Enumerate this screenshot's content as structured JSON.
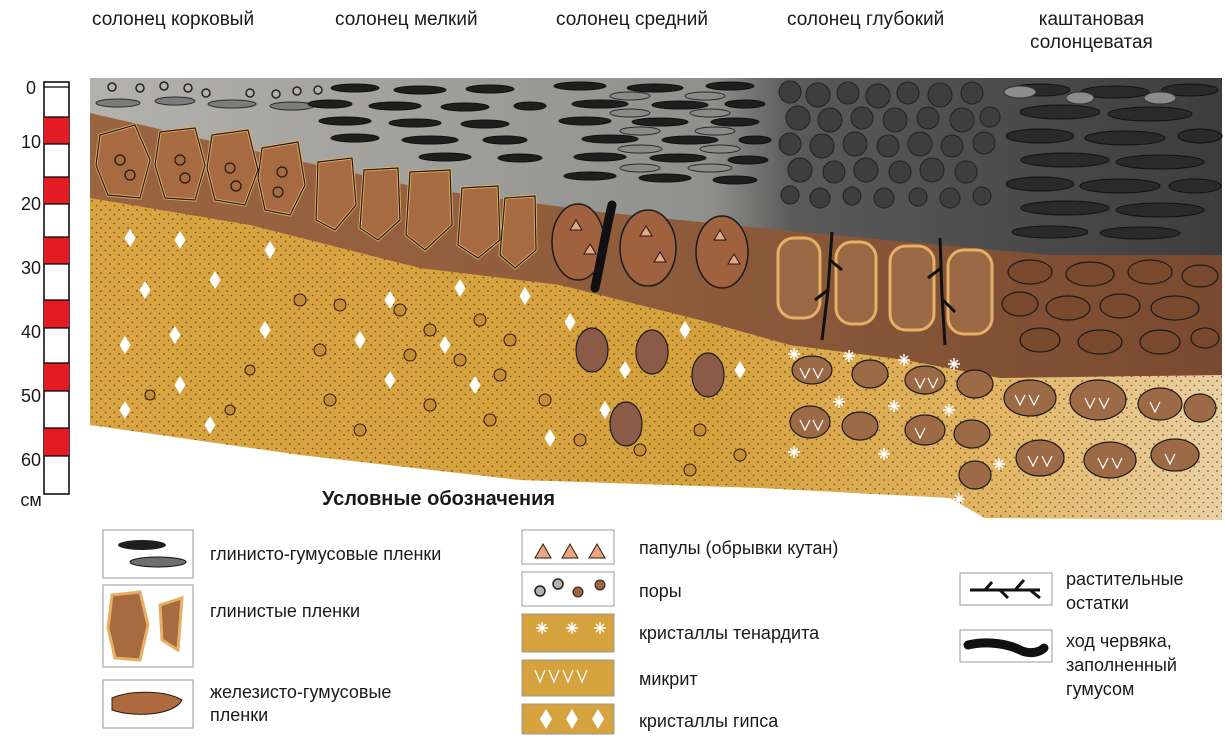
{
  "columns": [
    {
      "title": "солонец корковый"
    },
    {
      "title": "солонец мелкий"
    },
    {
      "title": "солонец средний"
    },
    {
      "title": "солонец глубокий"
    },
    {
      "title": "каштановая солонцеватая",
      "line1": "каштановая",
      "line2": "солонцеватая"
    }
  ],
  "scale": {
    "ticks": [
      "0",
      "10",
      "20",
      "30",
      "40",
      "50",
      "60"
    ],
    "unit": "см"
  },
  "legend": {
    "title": "Условные обозначения",
    "items": {
      "clay_humus_films": "глинисто-гумусовые пленки",
      "clay_films": "глинистые пленки",
      "ferro_humus_films_1": "железисто-гумусовые",
      "ferro_humus_films_2": "пленки",
      "papules": "папулы (обрывки кутан)",
      "pores": "поры",
      "thenardite": "кристаллы тенардита",
      "micrite": "микрит",
      "gypsum": "кристаллы гипса",
      "plant_1": "растительные",
      "plant_2": "остатки",
      "worm_1": "ход червяка,",
      "worm_2": "заполненный",
      "worm_3": "гумусом"
    }
  },
  "colors": {
    "top_gray": "#a9a9a7",
    "dark_gray": "#4b4b4b",
    "brown": "#8a5a3a",
    "brown_light": "#a26a44",
    "ochre": "#d6a23e",
    "ochre_light": "#e8c279",
    "scale_red": "#e31b23"
  }
}
